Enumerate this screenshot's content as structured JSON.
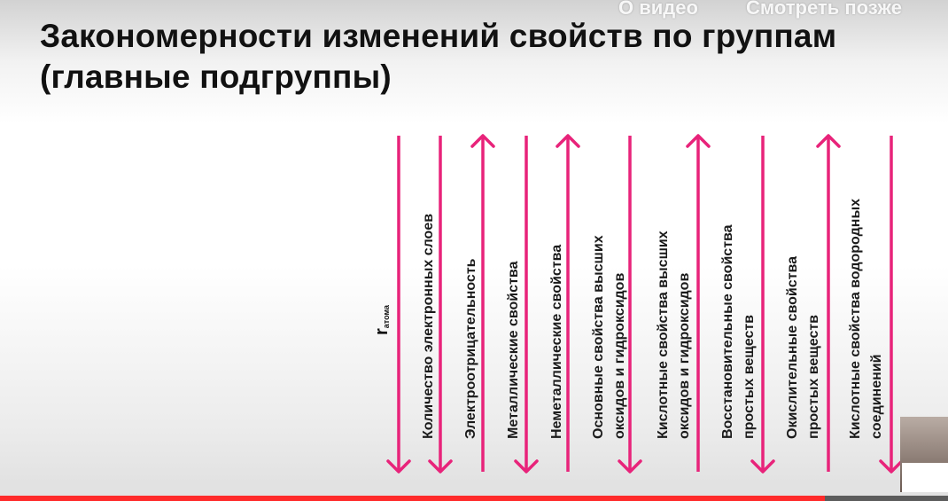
{
  "player_overlay": {
    "about_label": "О видео",
    "watch_later_label": "Смотреть позже"
  },
  "slide": {
    "title_line1": "Закономерности изменений свойств по группам",
    "title_line2": "(главные подгруппы)",
    "accent_color": "#e8237a",
    "radius_label": {
      "main": "r",
      "sub": "атома"
    },
    "items": [
      {
        "text": "",
        "direction": "down"
      },
      {
        "text": "Количество электронных слоев",
        "direction": "down"
      },
      {
        "text": "Электроотрицательность",
        "direction": "up"
      },
      {
        "text": "Металлические свойства",
        "direction": "down"
      },
      {
        "text": "Неметаллические свойства",
        "direction": "up"
      },
      {
        "text": "Основные свойства высших\nоксидов и гидроксидов",
        "direction": "down"
      },
      {
        "text": "Кислотные свойства высших\nоксидов и гидроксидов",
        "direction": "up"
      },
      {
        "text": "Восстановительные свойства\nпростых веществ",
        "direction": "down"
      },
      {
        "text": "Окислительные свойства\nпростых веществ",
        "direction": "up"
      },
      {
        "text": "Кислотные свойства водородных\nсоединений",
        "direction": "down"
      }
    ]
  },
  "progress": {
    "played_fraction": 0.87,
    "color": "#ff2a2a"
  }
}
